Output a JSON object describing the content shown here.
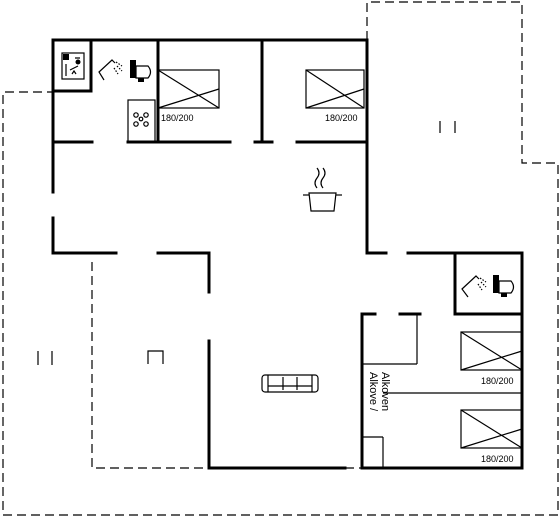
{
  "plan": {
    "bed_labels": [
      "180/200",
      "180/200",
      "180/200",
      "180/200"
    ],
    "alcove_label_line1": "Alkove /",
    "alcove_label_line2": "Alkoven"
  }
}
